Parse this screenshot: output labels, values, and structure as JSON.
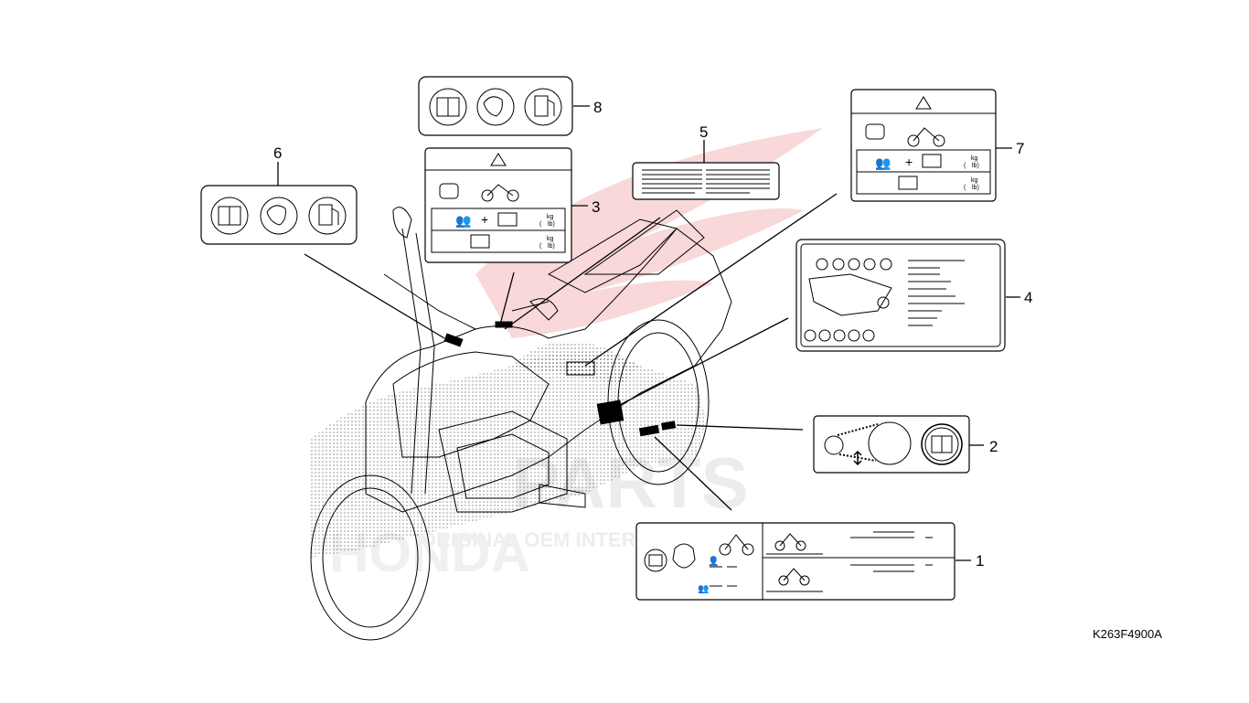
{
  "diagram_code": "K263F4900A",
  "callouts": [
    {
      "id": "1",
      "label": "1"
    },
    {
      "id": "2",
      "label": "2"
    },
    {
      "id": "3",
      "label": "3"
    },
    {
      "id": "4",
      "label": "4"
    },
    {
      "id": "5",
      "label": "5"
    },
    {
      "id": "6",
      "label": "6"
    },
    {
      "id": "7",
      "label": "7"
    },
    {
      "id": "8",
      "label": "8"
    }
  ],
  "label_text": {
    "kg": "kg",
    "lb": "lb)",
    "paren": "("
  },
  "watermark": {
    "brand": "PARTS",
    "tagline": "ORIGINAL OEM   INTERNATIONAL   SPARE PARTS",
    "make": "HONDA"
  },
  "colors": {
    "watermark_red": "#e8a0a0",
    "watermark_gray": "#e6e6e6",
    "line": "#000000"
  }
}
